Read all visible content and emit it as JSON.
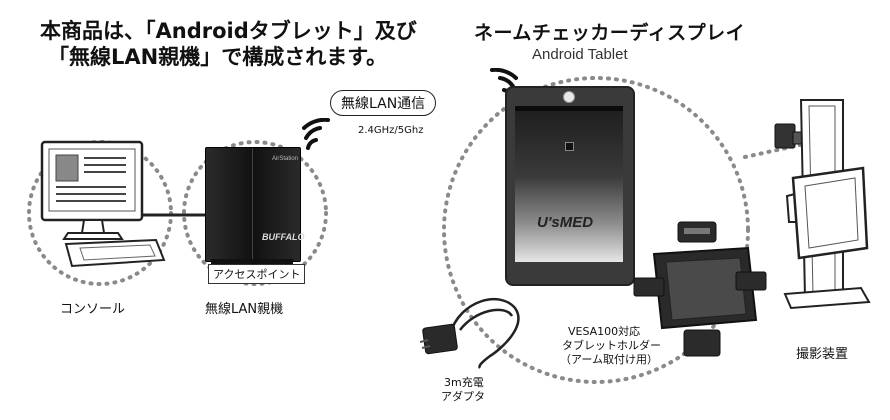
{
  "intro": {
    "line1": "本商品は、「Androidタブレット」及び",
    "line2": "「無線LAN親機」で構成されます。"
  },
  "product": {
    "title": "ネームチェッカーディスプレイ",
    "subtitle": "Android Tablet"
  },
  "wireless": {
    "label": "無線LAN通信",
    "bands": "2.4GHz/5Ghz"
  },
  "devices": {
    "console": "コンソール",
    "router_tag": "アクセスポイント",
    "router": "無線LAN親機",
    "router_brand": "BUFFALO",
    "router_model": "AirStation",
    "tablet_logo": "U'sMED",
    "adapter_line1": "3m充電",
    "adapter_line2": "アダプタ",
    "holder_line1": "VESA100対応",
    "holder_line2": "タブレットホルダー",
    "holder_line3": "（アーム取付け用）",
    "camera": "撮影装置"
  },
  "icons": [
    "wifi-icon",
    "monitor-icon",
    "keyboard-icon",
    "router-icon",
    "tablet-icon",
    "adapter-icon",
    "holder-icon",
    "imaging-stand-icon"
  ]
}
